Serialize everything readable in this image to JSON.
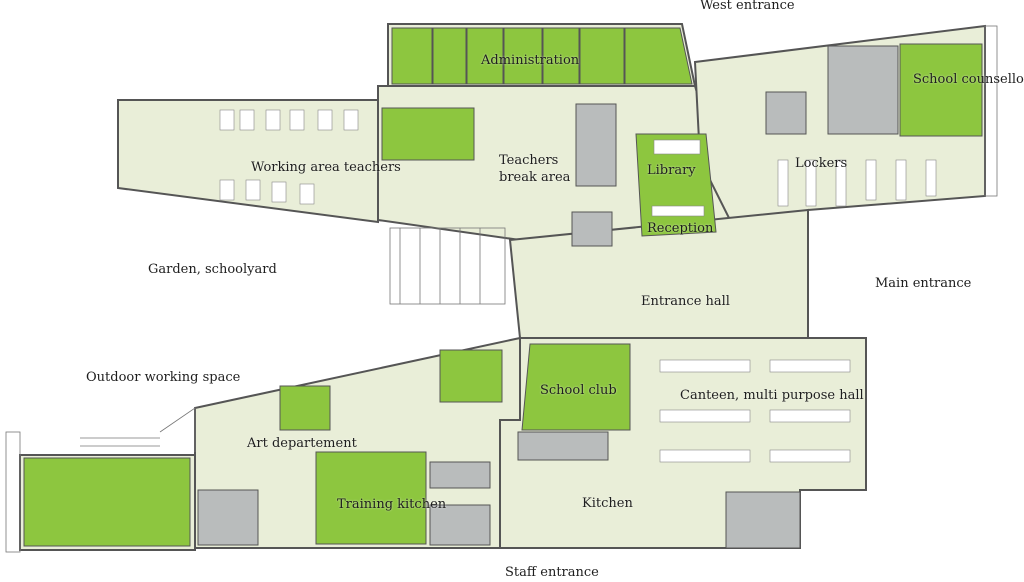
{
  "plan": {
    "labels": {
      "west_entrance": "West entrance",
      "administration": "Administration",
      "school_counsellor": "School counsellor",
      "working_area_teachers": "Working area teachers",
      "teachers_line1": "Teachers",
      "teachers_line2": "break area",
      "library": "Library",
      "lockers": "Lockers",
      "reception": "Reception",
      "garden": "Garden, schoolyard",
      "main_entrance": "Main entrance",
      "entrance_hall": "Entrance hall",
      "outdoor_working_space": "Outdoor working space",
      "school_club": "School club",
      "canteen": "Canteen, multi purpose hall",
      "art_department": "Art departement",
      "training_kitchen": "Training kitchen",
      "kitchen": "Kitchen",
      "staff_entrance": "Staff entrance"
    },
    "colors": {
      "room_green": "#8dc63f",
      "floor_cream": "#e9eed8",
      "service_grey": "#b9bcbc",
      "wall": "#555555"
    }
  }
}
